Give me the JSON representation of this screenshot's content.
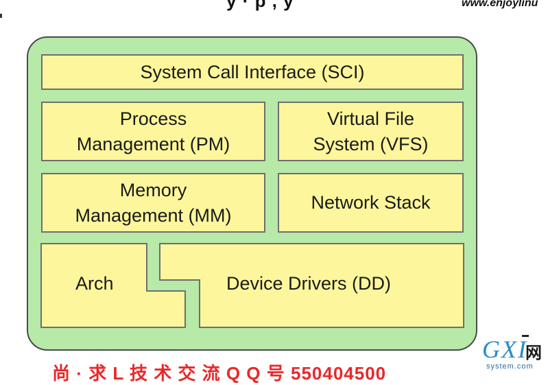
{
  "header": {
    "cut_text": "y   ·  p  ,  y",
    "site_url": "www.enjoylinu"
  },
  "diagram": {
    "sci": "System Call Interface (SCI)",
    "pm": [
      "Process",
      "Management (PM)"
    ],
    "vfs": [
      "Virtual File",
      "System (VFS)"
    ],
    "mm": [
      "Memory",
      "Management (MM)"
    ],
    "network": "Network Stack",
    "arch": "Arch",
    "device_drivers": "Device Drivers (DD)"
  },
  "footer": {
    "partial_text": "尚  · 求 L    技 术 交 流 Q Q 号  550404500"
  },
  "watermark": {
    "main": "GXI",
    "net": "网",
    "sub": "system.com"
  },
  "colors": {
    "outer_fill": "#b7e9a8",
    "block_fill": "#fdf69c",
    "border": "#6e6e6e",
    "footer_red": "#e8282a",
    "watermark_blue": "#2a8cc8"
  }
}
